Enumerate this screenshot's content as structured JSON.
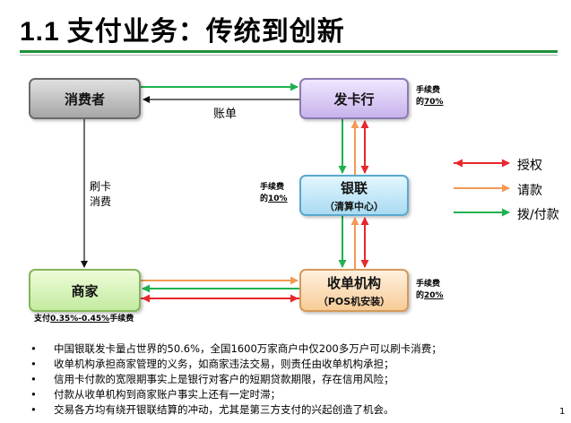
{
  "title": {
    "number": "1.1",
    "text": "支付业务：传统到创新"
  },
  "nodes": {
    "consumer": "消费者",
    "issuer": "发卡行",
    "unionpay": {
      "name": "银联",
      "sub": "（清算中心）"
    },
    "acquirer": {
      "name": "收单机构",
      "sub": "（POS机安装）"
    },
    "merchant": "商家"
  },
  "edge_labels": {
    "bill": "账单",
    "swipe_line1": "刷卡",
    "swipe_line2": "消费"
  },
  "fees": {
    "issuer": {
      "line1": "手续费",
      "prefix": "的",
      "value": "70%"
    },
    "unionpay": {
      "line1": "手续费",
      "prefix": "的",
      "value": "10%"
    },
    "acquirer": {
      "line1": "手续费",
      "prefix": "的",
      "value": "20%"
    },
    "merchant": {
      "prefix": "支付",
      "value": "0.35%-0.45%",
      "suffix": "手续费"
    }
  },
  "legend": [
    {
      "label": "授权",
      "color": "#e8262b"
    },
    {
      "label": "请款",
      "color": "#f39a55"
    },
    {
      "label": "拨/付款",
      "color": "#1fb14f"
    }
  ],
  "bullets": [
    "中国银联发卡量占世界的50.6%，全国1600万家商户中仅200多万户可以刷卡消费；",
    "收单机构承担商家管理的义务，如商家违法交易，则责任由收单机构承担；",
    "信用卡付款的宽限期事实上是银行对客户的短期贷款期限，存在信用风险；",
    "付款从收单机构到商家账户事实上还有一定时滞；",
    "交易各方均有绕开银联结算的冲动，尤其是第三方支付的兴起创造了机会。"
  ],
  "page_number": "1"
}
